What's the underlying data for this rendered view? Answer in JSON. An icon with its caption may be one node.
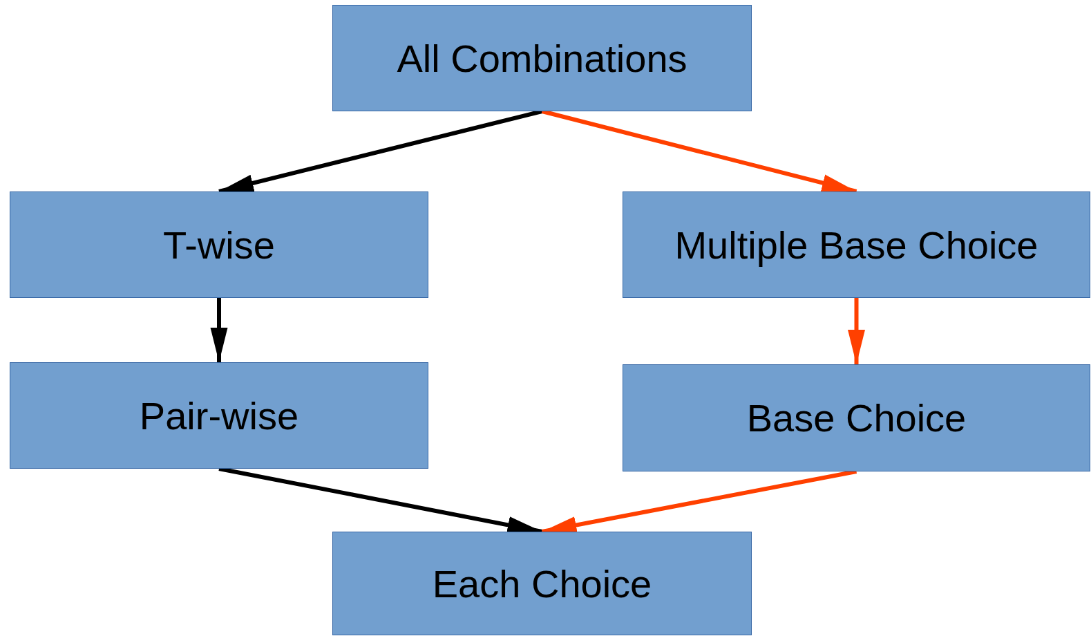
{
  "diagram": {
    "nodes": [
      {
        "text": [
          "All Combinations"
        ]
      },
      {
        "text": [
          "T-wise"
        ]
      },
      {
        "text": [
          "Multiple Base Choice"
        ]
      },
      {
        "text": [
          "Pair-wise"
        ]
      },
      {
        "text": [
          "Base Choice"
        ]
      },
      {
        "text": [
          "Each Choice"
        ]
      }
    ],
    "edges": [
      {
        "from": 0,
        "to": 1,
        "arrow": "to"
      },
      {
        "from": 0,
        "to": 2,
        "arrow": "to",
        "color": "#ff4000"
      },
      {
        "from": 1,
        "to": 3,
        "arrow": "to"
      },
      {
        "from": 2,
        "to": 4,
        "arrow": "to",
        "color": "#ff4000"
      },
      {
        "from": 3,
        "to": 5,
        "arrow": "to"
      },
      {
        "from": 4,
        "to": 5,
        "arrow": "to",
        "color": "#ff4000"
      }
    ]
  }
}
